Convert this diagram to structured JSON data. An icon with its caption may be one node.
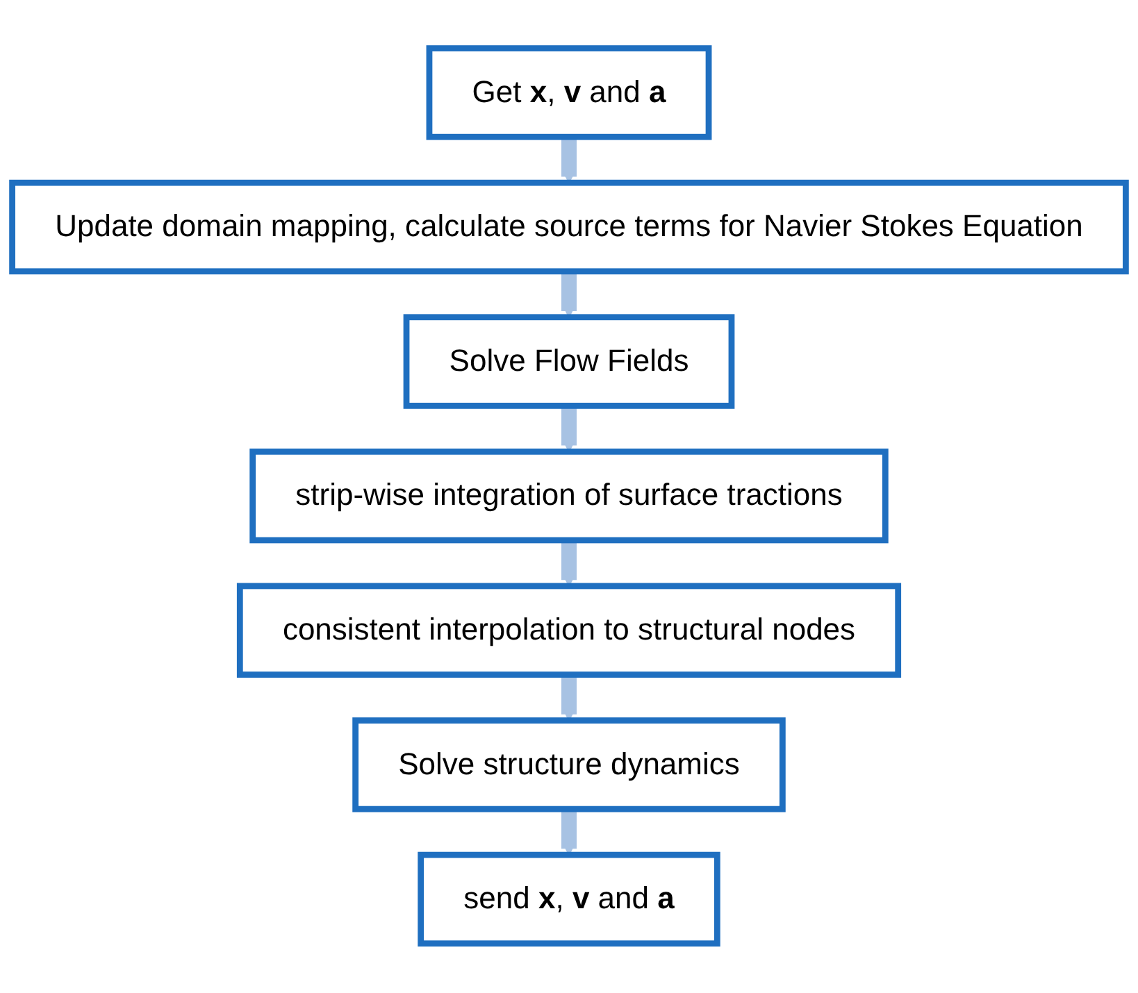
{
  "diagram": {
    "nodes": [
      {
        "text": [
          "Get **x**, **v** and **a**"
        ]
      },
      {
        "text": [
          "Update domain mapping, calculate source terms for Navier Stokes Equation"
        ]
      },
      {
        "text": [
          "Solve Flow Fields"
        ]
      },
      {
        "text": [
          "strip-wise integration of surface tractions"
        ]
      },
      {
        "text": [
          "consistent interpolation to structural nodes"
        ]
      },
      {
        "text": [
          "Solve structure dynamics"
        ]
      },
      {
        "text": [
          "send **x**, **v** and **a**"
        ]
      }
    ],
    "edges": [
      {
        "from": 0,
        "to": 1,
        "arrow": "to"
      },
      {
        "from": 1,
        "to": 2,
        "arrow": "to"
      },
      {
        "from": 2,
        "to": 3,
        "arrow": "to"
      },
      {
        "from": 3,
        "to": 4,
        "arrow": "to"
      },
      {
        "from": 4,
        "to": 5,
        "arrow": "to"
      },
      {
        "from": 5,
        "to": 6,
        "arrow": "to"
      }
    ]
  }
}
